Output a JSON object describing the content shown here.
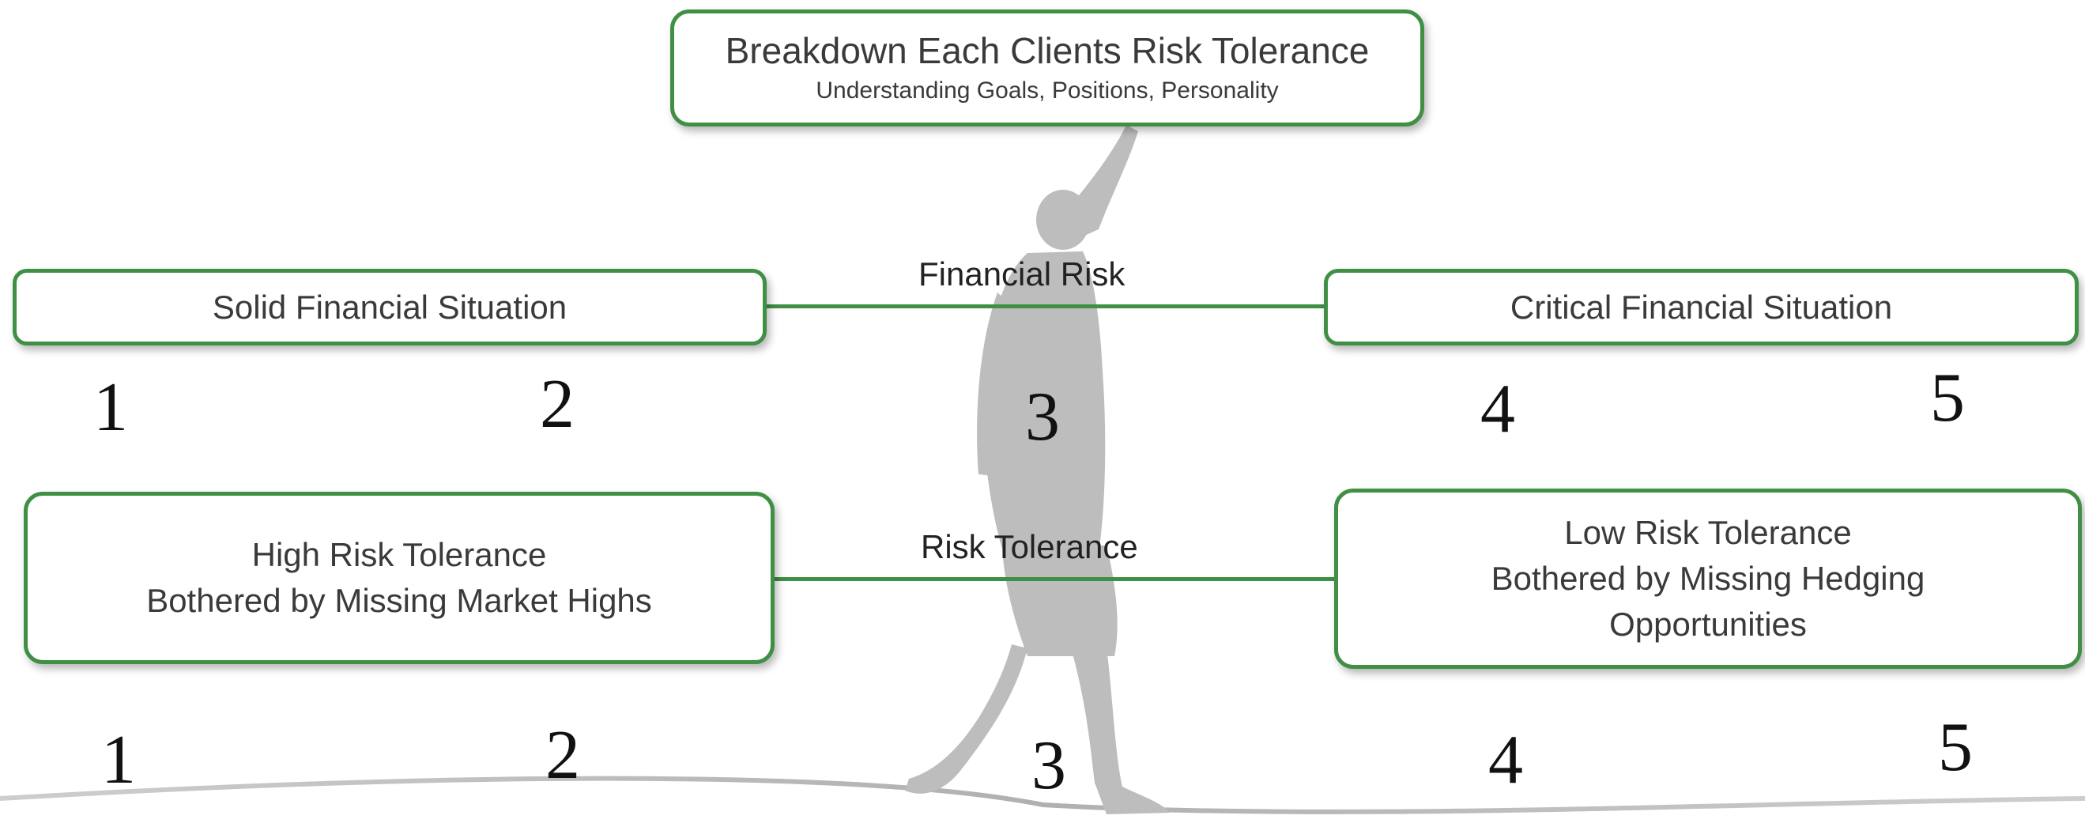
{
  "top_box": {
    "title": "Breakdown Each Clients Risk Tolerance",
    "subtitle": "Understanding Goals, Positions, Personality"
  },
  "financial_risk": {
    "label": "Financial Risk",
    "left": "Solid Financial Situation",
    "right": "Critical Financial Situation",
    "scale": [
      "1",
      "2",
      "3",
      "4",
      "5"
    ]
  },
  "risk_tolerance": {
    "label": "Risk Tolerance",
    "left_line1": "High Risk Tolerance",
    "left_line2": "Bothered by Missing Market Highs",
    "right_line1": "Low Risk Tolerance",
    "right_line2": "Bothered by Missing Hedging",
    "right_line3": "Opportunities",
    "scale": [
      "1",
      "2",
      "3",
      "4",
      "5"
    ]
  },
  "colors": {
    "accent": "#3f8f45",
    "silhouette": "#b9b9b9"
  }
}
